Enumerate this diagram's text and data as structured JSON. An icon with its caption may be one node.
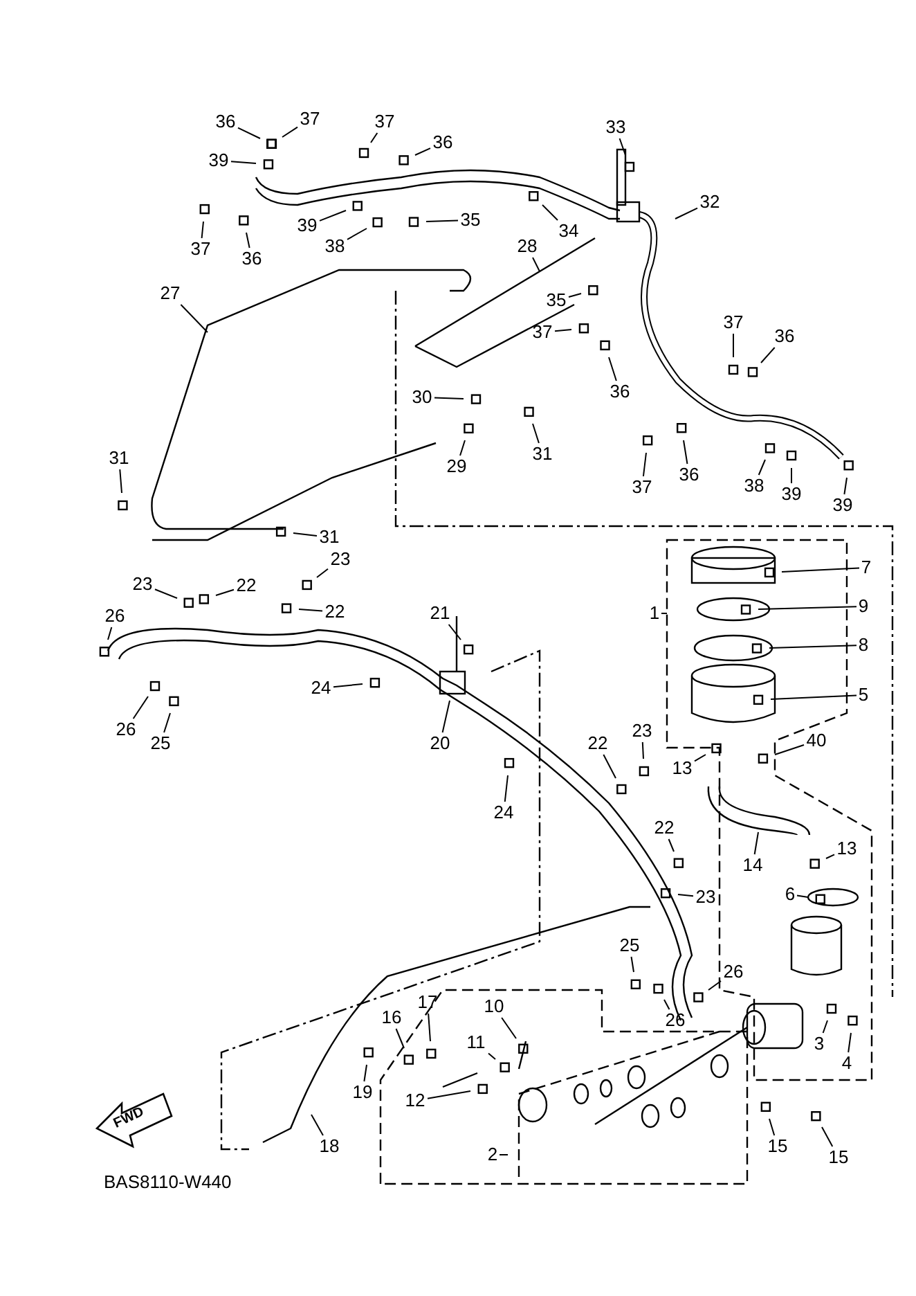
{
  "diagram": {
    "nodes": [
      {
        "text": [
          "36"
        ]
      },
      {
        "text": [
          "37"
        ]
      },
      {
        "text": [
          "37"
        ]
      },
      {
        "text": [
          "36"
        ]
      },
      {
        "text": [
          "39"
        ]
      },
      {
        "text": [
          "33"
        ]
      },
      {
        "text": [
          "32"
        ]
      },
      {
        "text": [
          "37"
        ]
      },
      {
        "text": [
          "36"
        ]
      },
      {
        "text": [
          "39"
        ]
      },
      {
        "text": [
          "38"
        ]
      },
      {
        "text": [
          "35"
        ]
      },
      {
        "text": [
          "34"
        ]
      },
      {
        "text": [
          "28"
        ]
      },
      {
        "text": [
          "27"
        ]
      },
      {
        "text": [
          "35"
        ]
      },
      {
        "text": [
          "37"
        ]
      },
      {
        "text": [
          "36"
        ]
      },
      {
        "text": [
          "37"
        ]
      },
      {
        "text": [
          "36"
        ]
      },
      {
        "text": [
          "30"
        ]
      },
      {
        "text": [
          "29"
        ]
      },
      {
        "text": [
          "31"
        ]
      },
      {
        "text": [
          "37"
        ]
      },
      {
        "text": [
          "36"
        ]
      },
      {
        "text": [
          "38"
        ]
      },
      {
        "text": [
          "39"
        ]
      },
      {
        "text": [
          "39"
        ]
      },
      {
        "text": [
          "31"
        ]
      },
      {
        "text": [
          "31"
        ]
      },
      {
        "text": [
          "7"
        ]
      },
      {
        "text": [
          "23"
        ]
      },
      {
        "text": [
          "22"
        ]
      },
      {
        "text": [
          "23"
        ]
      },
      {
        "text": [
          "9"
        ]
      },
      {
        "text": [
          "22"
        ]
      },
      {
        "text": [
          "1"
        ]
      },
      {
        "text": [
          "21"
        ]
      },
      {
        "text": [
          "26"
        ]
      },
      {
        "text": [
          "8"
        ]
      },
      {
        "text": [
          "24"
        ]
      },
      {
        "text": [
          "5"
        ]
      },
      {
        "text": [
          "20"
        ]
      },
      {
        "text": [
          "26"
        ]
      },
      {
        "text": [
          "25"
        ]
      },
      {
        "text": [
          "40"
        ]
      },
      {
        "text": [
          "13"
        ]
      },
      {
        "text": [
          "22"
        ]
      },
      {
        "text": [
          "23"
        ]
      },
      {
        "text": [
          "24"
        ]
      },
      {
        "text": [
          "14"
        ]
      },
      {
        "text": [
          "13"
        ]
      },
      {
        "text": [
          "22"
        ]
      },
      {
        "text": [
          "6"
        ]
      },
      {
        "text": [
          "23"
        ]
      },
      {
        "text": [
          "25"
        ]
      },
      {
        "text": [
          "26"
        ]
      },
      {
        "text": [
          "26"
        ]
      },
      {
        "text": [
          "3"
        ]
      },
      {
        "text": [
          "4"
        ]
      },
      {
        "text": [
          "17"
        ]
      },
      {
        "text": [
          "16"
        ]
      },
      {
        "text": [
          "10"
        ]
      },
      {
        "text": [
          "11"
        ]
      },
      {
        "text": [
          "19"
        ]
      },
      {
        "text": [
          "12"
        ]
      },
      {
        "text": [
          "18"
        ]
      },
      {
        "text": [
          "15"
        ]
      },
      {
        "text": [
          "15"
        ]
      },
      {
        "text": [
          "2"
        ]
      }
    ],
    "edges": [
      {
        "from": 0,
        "to": null,
        "arrow": "none"
      },
      {
        "from": 1,
        "to": null,
        "arrow": "none"
      },
      {
        "from": 2,
        "to": null,
        "arrow": "none"
      },
      {
        "from": 3,
        "to": null,
        "arrow": "none"
      },
      {
        "from": 4,
        "to": null,
        "arrow": "none"
      },
      {
        "from": 5,
        "to": null,
        "arrow": "none"
      },
      {
        "from": 6,
        "to": null,
        "arrow": "none"
      },
      {
        "from": 7,
        "to": null,
        "arrow": "none"
      },
      {
        "from": 8,
        "to": null,
        "arrow": "none"
      },
      {
        "from": 9,
        "to": null,
        "arrow": "none"
      },
      {
        "from": 10,
        "to": null,
        "arrow": "none"
      },
      {
        "from": 11,
        "to": null,
        "arrow": "none"
      },
      {
        "from": 12,
        "to": null,
        "arrow": "none"
      },
      {
        "from": 13,
        "to": null,
        "arrow": "none"
      },
      {
        "from": 14,
        "to": null,
        "arrow": "none"
      },
      {
        "from": 15,
        "to": null,
        "arrow": "none"
      },
      {
        "from": 16,
        "to": null,
        "arrow": "none"
      },
      {
        "from": 17,
        "to": null,
        "arrow": "none"
      },
      {
        "from": 18,
        "to": null,
        "arrow": "none"
      },
      {
        "from": 19,
        "to": null,
        "arrow": "none"
      },
      {
        "from": 20,
        "to": null,
        "arrow": "none"
      },
      {
        "from": 21,
        "to": null,
        "arrow": "none"
      },
      {
        "from": 22,
        "to": null,
        "arrow": "none"
      },
      {
        "from": 23,
        "to": null,
        "arrow": "none"
      },
      {
        "from": 24,
        "to": null,
        "arrow": "none"
      },
      {
        "from": 25,
        "to": null,
        "arrow": "none"
      },
      {
        "from": 26,
        "to": null,
        "arrow": "none"
      },
      {
        "from": 27,
        "to": null,
        "arrow": "none"
      },
      {
        "from": 28,
        "to": null,
        "arrow": "none"
      },
      {
        "from": 29,
        "to": null,
        "arrow": "none"
      },
      {
        "from": 30,
        "to": null,
        "arrow": "none"
      },
      {
        "from": 31,
        "to": null,
        "arrow": "none"
      },
      {
        "from": 32,
        "to": null,
        "arrow": "none"
      },
      {
        "from": 33,
        "to": null,
        "arrow": "none"
      },
      {
        "from": 34,
        "to": null,
        "arrow": "none"
      },
      {
        "from": 35,
        "to": null,
        "arrow": "none"
      },
      {
        "from": 36,
        "to": null,
        "arrow": "none"
      },
      {
        "from": 37,
        "to": null,
        "arrow": "none"
      },
      {
        "from": 38,
        "to": null,
        "arrow": "none"
      },
      {
        "from": 39,
        "to": null,
        "arrow": "none"
      },
      {
        "from": 40,
        "to": null,
        "arrow": "none"
      },
      {
        "from": 41,
        "to": null,
        "arrow": "none"
      },
      {
        "from": 42,
        "to": null,
        "arrow": "none"
      },
      {
        "from": 43,
        "to": null,
        "arrow": "none"
      },
      {
        "from": 44,
        "to": null,
        "arrow": "none"
      },
      {
        "from": 45,
        "to": null,
        "arrow": "none"
      },
      {
        "from": 46,
        "to": null,
        "arrow": "none"
      },
      {
        "from": 47,
        "to": null,
        "arrow": "none"
      },
      {
        "from": 48,
        "to": null,
        "arrow": "none"
      },
      {
        "from": 49,
        "to": null,
        "arrow": "none"
      },
      {
        "from": 50,
        "to": null,
        "arrow": "none"
      },
      {
        "from": 51,
        "to": null,
        "arrow": "none"
      },
      {
        "from": 52,
        "to": null,
        "arrow": "none"
      },
      {
        "from": 53,
        "to": null,
        "arrow": "none"
      },
      {
        "from": 54,
        "to": null,
        "arrow": "none"
      },
      {
        "from": 55,
        "to": null,
        "arrow": "none"
      },
      {
        "from": 56,
        "to": null,
        "arrow": "none"
      },
      {
        "from": 57,
        "to": null,
        "arrow": "none"
      },
      {
        "from": 58,
        "to": null,
        "arrow": "none"
      },
      {
        "from": 59,
        "to": null,
        "arrow": "none"
      },
      {
        "from": 60,
        "to": null,
        "arrow": "none"
      },
      {
        "from": 61,
        "to": null,
        "arrow": "none"
      },
      {
        "from": 62,
        "to": null,
        "arrow": "none"
      },
      {
        "from": 63,
        "to": null,
        "arrow": "none"
      },
      {
        "from": 64,
        "to": null,
        "arrow": "none"
      },
      {
        "from": 65,
        "to": null,
        "arrow": "none"
      },
      {
        "from": 66,
        "to": null,
        "arrow": "none"
      },
      {
        "from": 67,
        "to": null,
        "arrow": "none"
      },
      {
        "from": 68,
        "to": null,
        "arrow": "none"
      },
      {
        "from": 69,
        "to": null,
        "arrow": "none"
      }
    ],
    "labels": [
      "FWD",
      "BAS8110-W440"
    ]
  }
}
